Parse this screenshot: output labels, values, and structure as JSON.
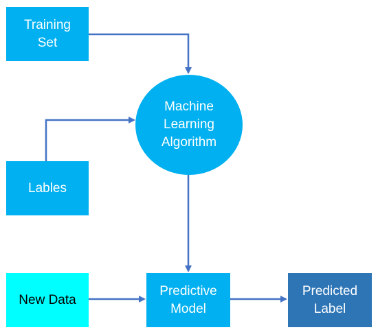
{
  "nodes": {
    "training_set": {
      "label": "Training\nSet",
      "fill": "#00b0f0",
      "text_color": "#ffffff"
    },
    "labels": {
      "label": "Lables",
      "fill": "#00b0f0",
      "text_color": "#ffffff"
    },
    "ml_algorithm": {
      "label": "Machine\nLearning\nAlgorithm",
      "fill": "#00b0f0",
      "text_color": "#ffffff"
    },
    "new_data": {
      "label": "New Data",
      "fill": "#00ffff",
      "text_color": "#000000"
    },
    "predictive_model": {
      "label": "Predictive\nModel",
      "fill": "#00b0f0",
      "text_color": "#ffffff"
    },
    "predicted_label": {
      "label": "Predicted\nLabel",
      "fill": "#2e75b6",
      "text_color": "#ffffff"
    }
  },
  "edges": [
    {
      "from": "training_set",
      "to": "ml_algorithm"
    },
    {
      "from": "labels",
      "to": "ml_algorithm"
    },
    {
      "from": "ml_algorithm",
      "to": "predictive_model"
    },
    {
      "from": "new_data",
      "to": "predictive_model"
    },
    {
      "from": "predictive_model",
      "to": "predicted_label"
    }
  ],
  "colors": {
    "connector": "#4472c4"
  }
}
